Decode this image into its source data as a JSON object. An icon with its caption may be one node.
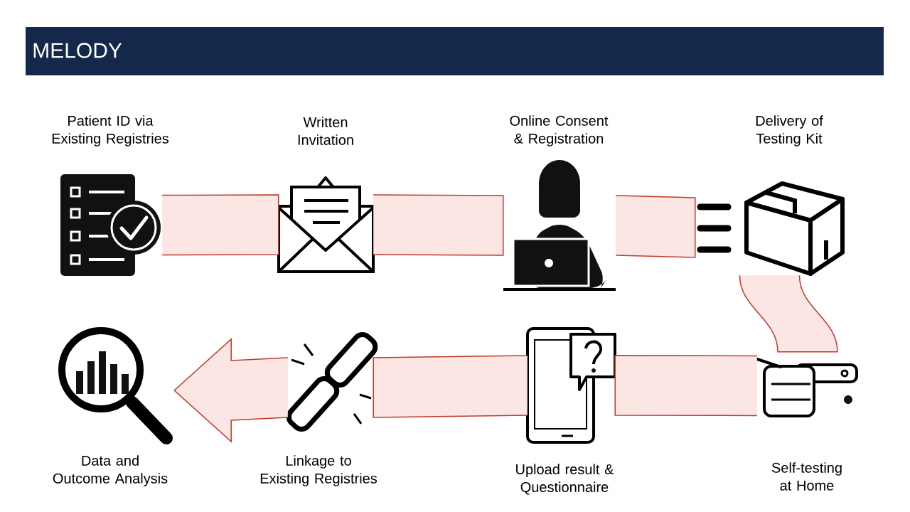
{
  "diagram": {
    "title": "MELODY",
    "nodes": [
      {
        "text": [
          "Patient ID via Existing Registries"
        ]
      },
      {
        "text": [
          "Written Invitation"
        ]
      },
      {
        "text": [
          "Online Consent & Registration"
        ]
      },
      {
        "text": [
          "Delivery of Testing Kit"
        ]
      },
      {
        "text": [
          "Self-testing at Home"
        ]
      },
      {
        "text": [
          "Upload result & Questionnaire"
        ]
      },
      {
        "text": [
          "Linkage to Existing Registries"
        ]
      },
      {
        "text": [
          "Data and Outcome Analysis"
        ]
      }
    ],
    "edges": [
      {
        "from": 0,
        "to": 1,
        "arrow": "none"
      },
      {
        "from": 1,
        "to": 2,
        "arrow": "none"
      },
      {
        "from": 2,
        "to": 3,
        "arrow": "none"
      },
      {
        "from": 3,
        "to": 4,
        "arrow": "none"
      },
      {
        "from": 4,
        "to": 5,
        "arrow": "none"
      },
      {
        "from": 5,
        "to": 6,
        "arrow": "none"
      },
      {
        "from": 6,
        "to": 7,
        "arrow": "to"
      }
    ]
  }
}
